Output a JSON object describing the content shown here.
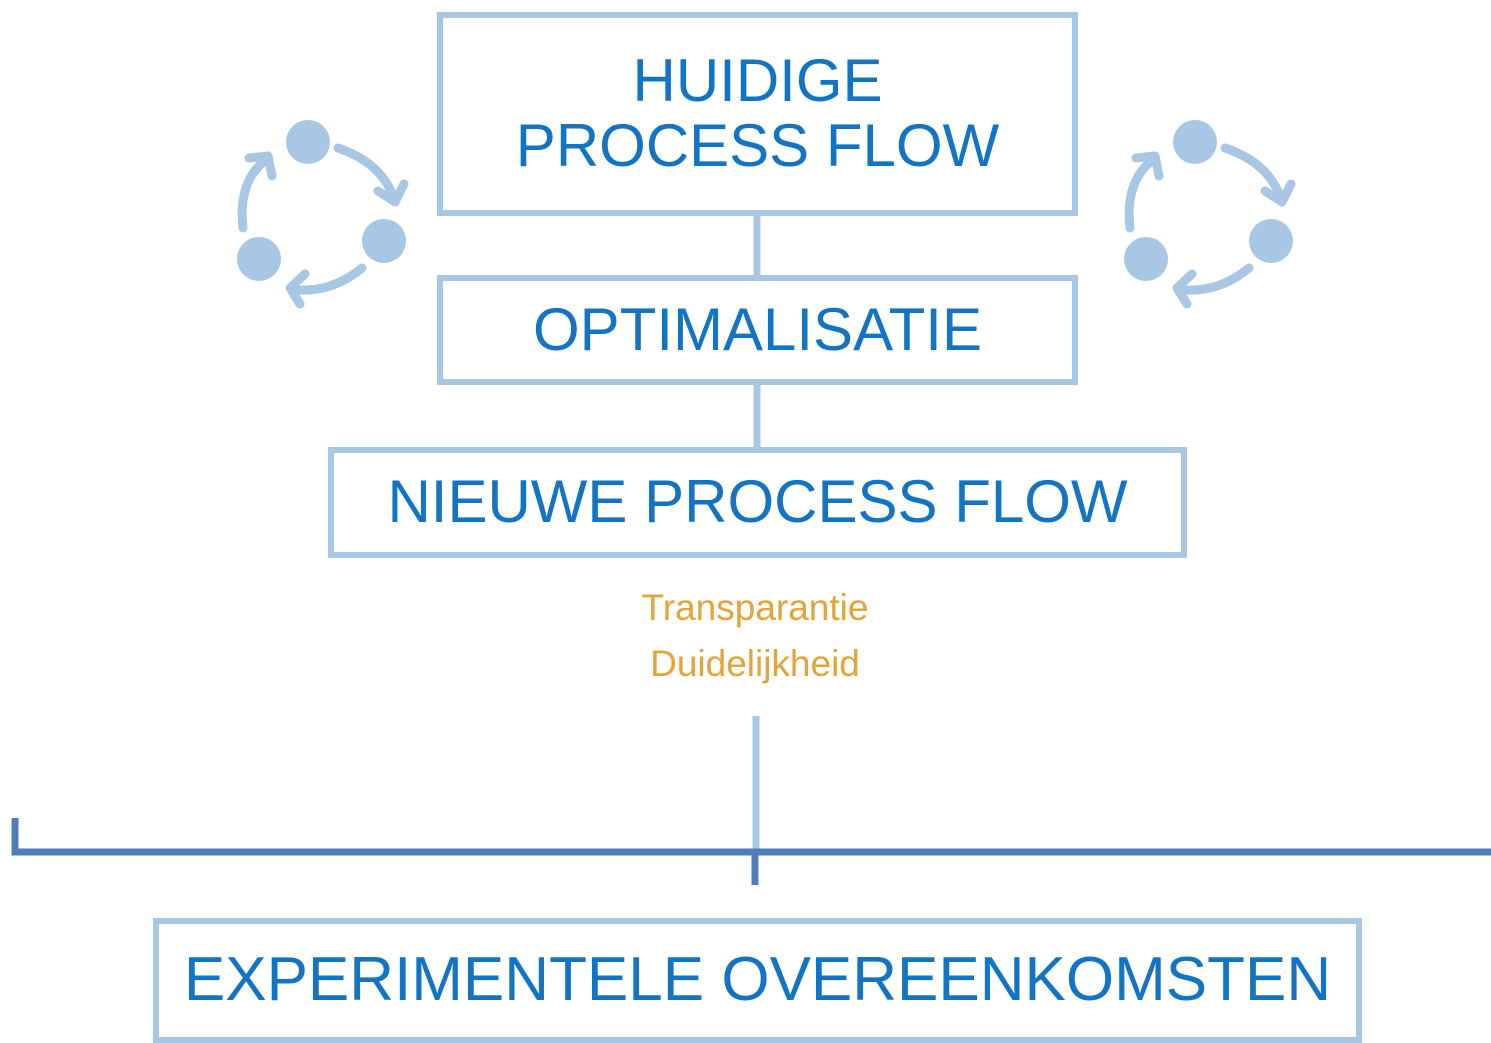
{
  "colors": {
    "box_border": "#a7c7e4",
    "box_text": "#1474c4",
    "connector": "#a7c7e4",
    "bracket": "#4f7fb8",
    "benefit_text": "#e3a43a",
    "cycle_icon": "#a7c7e4"
  },
  "icons": [
    "cycle-icon",
    "cycle-icon"
  ],
  "boxes": {
    "current_process": {
      "line1": "HUIDIGE",
      "line2": "PROCESS FLOW"
    },
    "optimization": {
      "label": "OPTIMALISATIE"
    },
    "new_process": {
      "label": "NIEUWE PROCESS FLOW"
    },
    "experimental": {
      "label": "EXPERIMENTELE OVEREENKOMSTEN"
    }
  },
  "benefits": [
    "Transparantie",
    "Duidelijkheid"
  ]
}
